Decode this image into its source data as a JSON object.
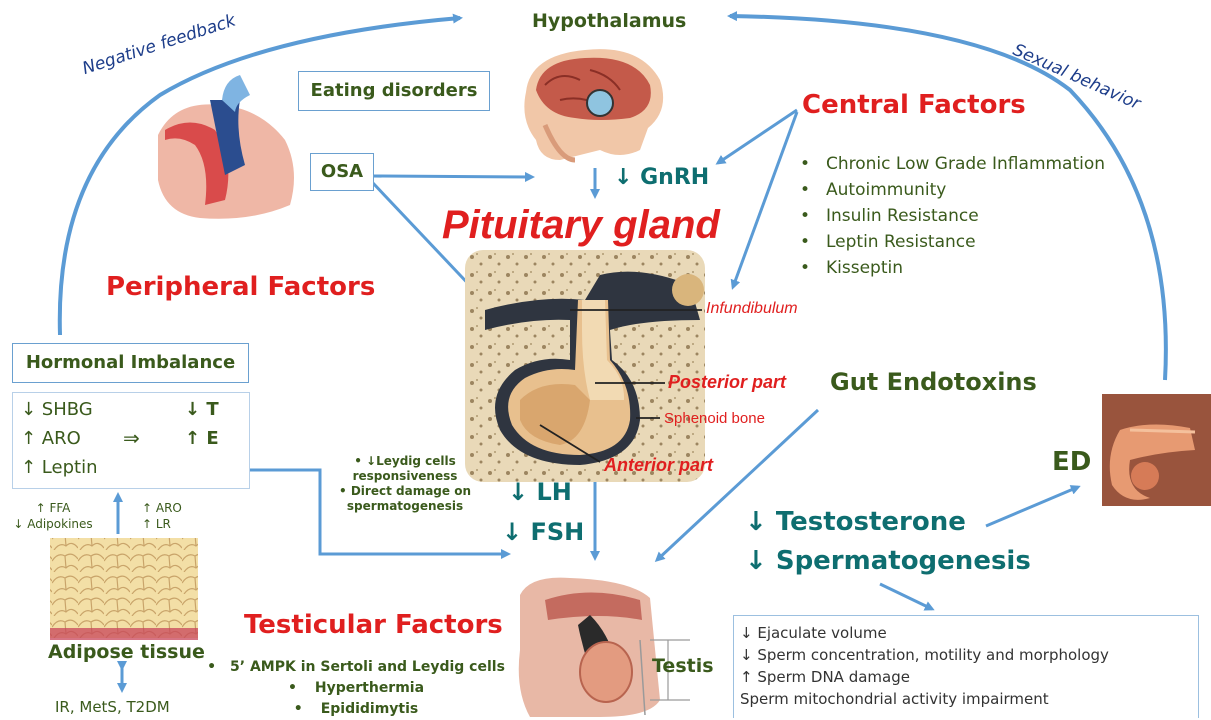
{
  "title_hypothalamus": "Hypothalamus",
  "feedback": {
    "negative": "Negative feedback",
    "sexual": "Sexual behavior"
  },
  "eating_disorders": "Eating disorders",
  "osa": "OSA",
  "gnrh": "↓ GnRH",
  "pituitary": "Pituitary gland",
  "central": {
    "title": "Central Factors",
    "items": [
      "Chronic Low Grade Inflammation",
      "Autoimmunity",
      "Insulin Resistance",
      "Leptin Resistance",
      "Kisseptin"
    ]
  },
  "peripheral": "Peripheral Factors",
  "pituitary_parts": {
    "infundibulum": "Infundibulum",
    "posterior": "Posterior part",
    "sphenoid": "Sphenoid bone",
    "anterior": "Anterior part"
  },
  "gut": "Gut Endotoxins",
  "hormonal": {
    "title": "Hormonal Imbalance",
    "rows": [
      {
        "left": "↓ SHBG",
        "mid": "",
        "right": "↓ T"
      },
      {
        "left": "↑ ARO",
        "mid": "⇒",
        "right": "↑ E"
      },
      {
        "left": "↑ Leptin",
        "mid": "",
        "right": ""
      }
    ]
  },
  "leydig": {
    "line1": "• ↓Leydig cells",
    "line2": "responsiveness",
    "line3": "• Direct damage on",
    "line4": "spermatogenesis"
  },
  "lh": "↓ LH",
  "fsh": "↓ FSH",
  "ffa": {
    "line1": "↑ FFA",
    "line2": "↓ Adipokines"
  },
  "aro_lr": {
    "line1": "↑ ARO",
    "line2": "↑ LR"
  },
  "adipose": "Adipose tissue",
  "adipose_sub": "IR, MetS, T2DM",
  "ed": "ED",
  "testo": "↓ Testosterone",
  "spermato": "↓ Spermatogenesis",
  "testicular": {
    "title": "Testicular Factors",
    "items": [
      "5’ AMPK in Sertoli and Leydig cells",
      "Hyperthermia",
      "Epididimytis"
    ]
  },
  "testis": "Testis",
  "effects": [
    "↓ Ejaculate volume",
    "↓ Sperm concentration, motility and morphology",
    "↑ Sperm DNA damage",
    "Sperm mitochondrial activity impairment"
  ],
  "colors": {
    "arrow": "#5b9bd5",
    "green": "#3a5a1c",
    "teal": "#0e6e70",
    "red": "#e01f1f"
  }
}
